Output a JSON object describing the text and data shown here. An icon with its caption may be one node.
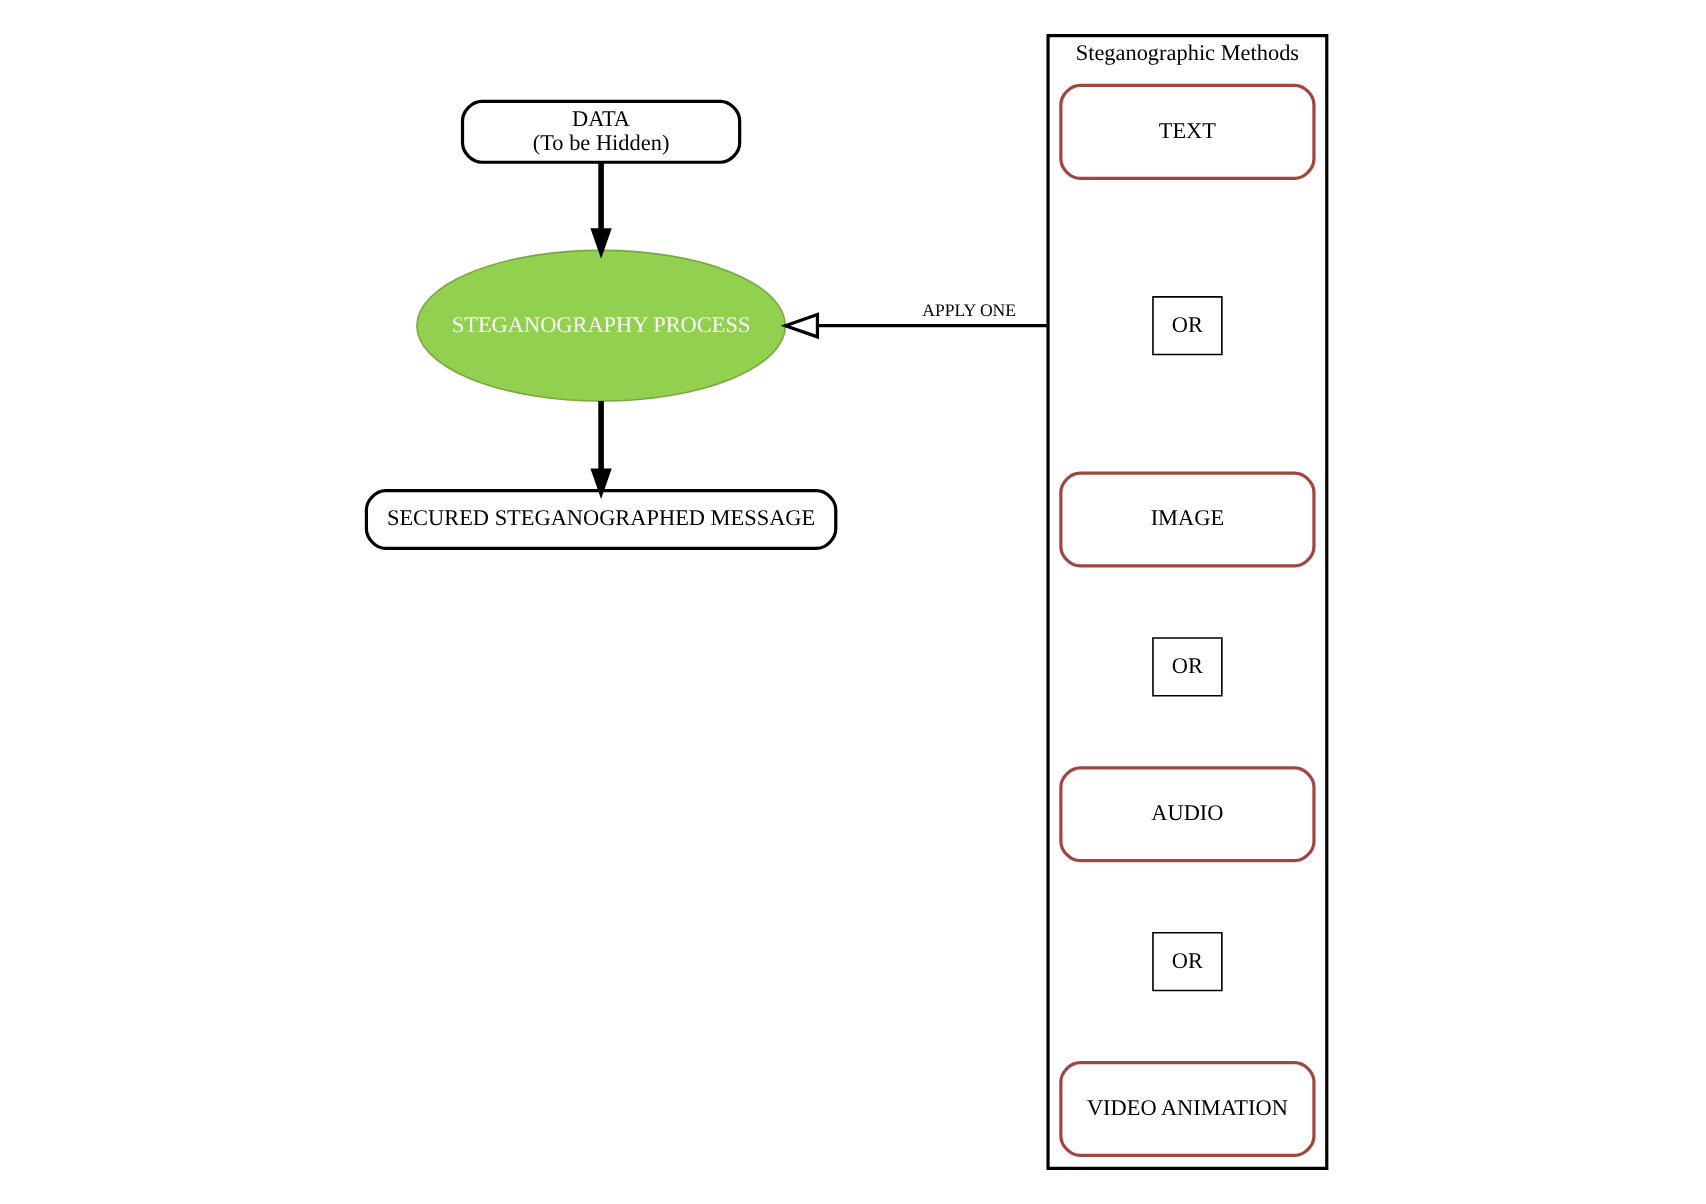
{
  "diagram": {
    "nodes": [
      {
        "text": [
          "DATA",
          "(To be Hidden)"
        ]
      },
      {
        "text": [
          "STEGANOGRAPHY PROCESS"
        ]
      },
      {
        "text": [
          "SECURED STEGANOGRAPHED MESSAGE"
        ]
      },
      {
        "text": [
          "Steganographic Methods"
        ]
      },
      {
        "text": [
          "TEXT"
        ],
        "in": 3
      },
      {
        "text": [
          "OR"
        ],
        "in": 3
      },
      {
        "text": [
          "IMAGE"
        ],
        "in": 3
      },
      {
        "text": [
          "OR"
        ],
        "in": 3
      },
      {
        "text": [
          "AUDIO"
        ],
        "in": 3
      },
      {
        "text": [
          "OR"
        ],
        "in": 3
      },
      {
        "text": [
          "VIDEO ANIMATION"
        ],
        "in": 3
      }
    ],
    "edges": [
      {
        "from": 0,
        "to": 1,
        "arrow": "to"
      },
      {
        "from": 1,
        "to": 2,
        "arrow": "to"
      },
      {
        "from": 3,
        "to": 1,
        "arrow": "to",
        "label": "APPLY ONE"
      }
    ]
  }
}
